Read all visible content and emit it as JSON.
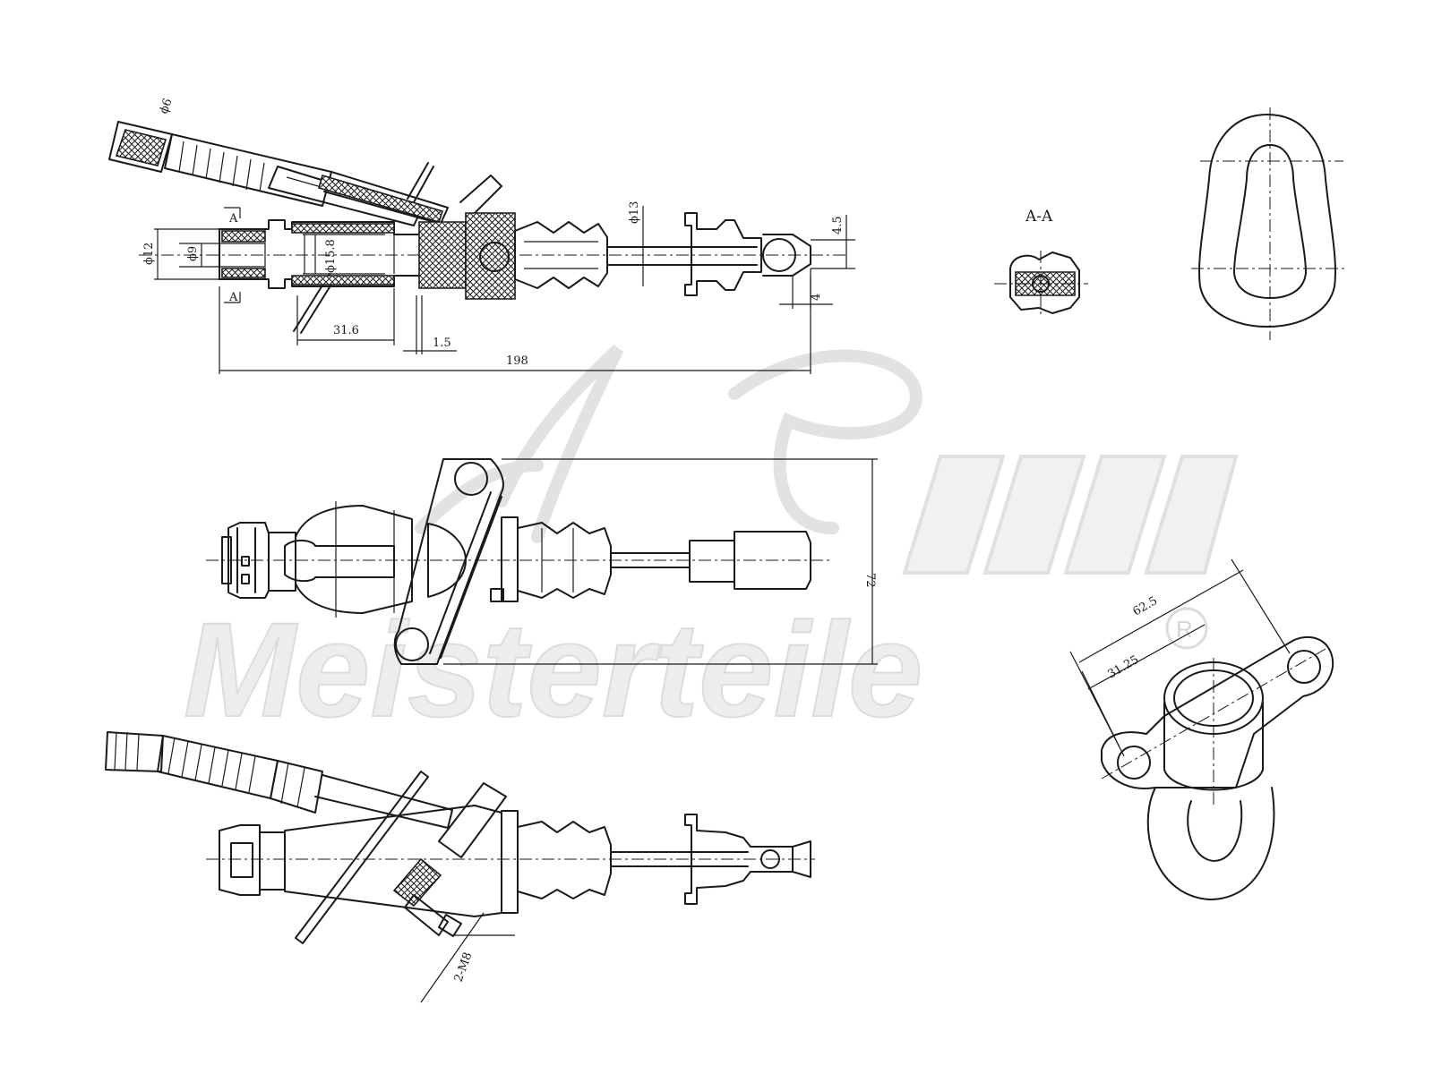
{
  "dimensions": {
    "d12": "ϕ12",
    "d9": "ϕ9",
    "d15_8": "ϕ15.8",
    "d13": "ϕ13",
    "d6": "ϕ6",
    "len_198": "198",
    "len_31_6": "31.6",
    "len_1_5": "1.5",
    "len_4_5": "4.5",
    "len_4": "4",
    "section_mark_top": "A",
    "section_mark_bottom": "A",
    "height_72": "72",
    "flange_62_5": "62.5",
    "flange_31_25": "31.25",
    "thread_2_m8": "2-M8"
  },
  "section_label": "A-A",
  "watermark": {
    "brand": "Meisterteile",
    "registered": "R"
  }
}
